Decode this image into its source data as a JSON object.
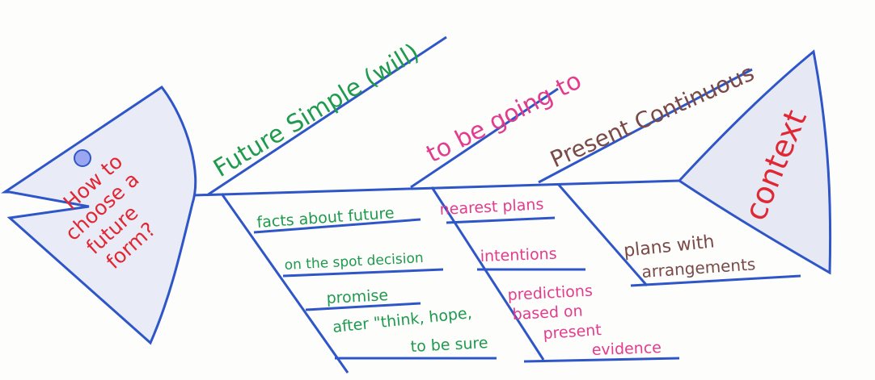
{
  "colors": {
    "line": "#2f56c8",
    "head_fill": "#e9ecf6",
    "tail_fill": "#e6e9f4",
    "red": "#e02834",
    "green": "#1f9a4e",
    "pink": "#e33c8e",
    "brown": "#7a4a48"
  },
  "head": {
    "question_lines": [
      "How to",
      "choose a",
      "future",
      "form?"
    ]
  },
  "tail": {
    "label": "context"
  },
  "branches": {
    "future_simple": {
      "title": "Future Simple (will)",
      "items": [
        "facts about future",
        "on the spot decision",
        "promise",
        "after \"think, hope,",
        "to be sure"
      ]
    },
    "going_to": {
      "title": "to be going to",
      "items": [
        "nearest plans",
        "intentions",
        "predictions",
        "based on",
        "present",
        "evidence"
      ]
    },
    "present_continuous": {
      "title": "Present Continuous",
      "items": [
        "plans with",
        "arrangements"
      ]
    }
  }
}
